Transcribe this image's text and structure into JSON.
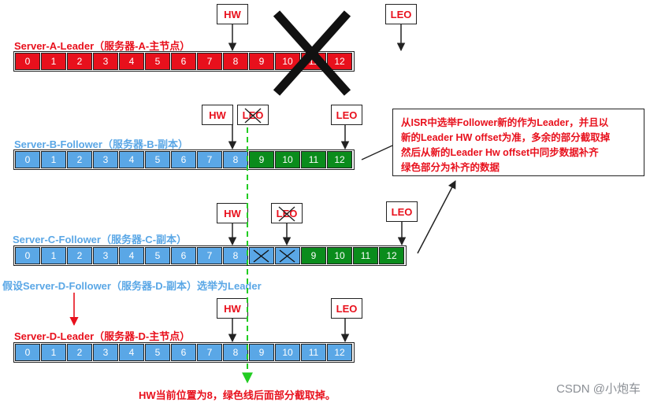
{
  "labels": {
    "hw": "HW",
    "leo": "LEO"
  },
  "rows": {
    "a": {
      "title": "Server-A-Leader（服务器-A-主节点）",
      "cells": [
        "0",
        "1",
        "2",
        "3",
        "4",
        "5",
        "6",
        "7",
        "8",
        "9",
        "10",
        "11",
        "12"
      ]
    },
    "b": {
      "title": "Server-B-Follower（服务器-B-副本）",
      "cells": [
        "0",
        "1",
        "2",
        "3",
        "4",
        "5",
        "6",
        "7",
        "8",
        "9",
        "10",
        "11",
        "12"
      ]
    },
    "c": {
      "title": "Server-C-Follower（服务器-C-副本）",
      "cells": [
        "0",
        "1",
        "2",
        "3",
        "4",
        "5",
        "6",
        "7",
        "8",
        "",
        "",
        "9",
        "10",
        "11",
        "12"
      ]
    },
    "d": {
      "title": "Server-D-Leader（服务器-D-主节点）",
      "cells": [
        "0",
        "1",
        "2",
        "3",
        "4",
        "5",
        "6",
        "7",
        "8",
        "9",
        "10",
        "11",
        "12"
      ]
    }
  },
  "callout": {
    "lines": [
      "从ISR中选举Follower新的作为Leader，并且以",
      "新的Leader HW offset为准，多余的部分截取掉",
      "然后从新的Leader Hw offset中同步数据补齐",
      "绿色部分为补齐的数据"
    ]
  },
  "election_text": "假设Server-D-Follower（服务器-D-副本）选举为Leader",
  "bottom_note": "HW当前位置为8，绿色线后面部分截取掉。",
  "watermark": "CSDN @小炮车",
  "colors": {
    "red": "#e8101c",
    "blue": "#5aa7e6",
    "green": "#0a8c1c",
    "dashed_line": "#22cc22"
  }
}
